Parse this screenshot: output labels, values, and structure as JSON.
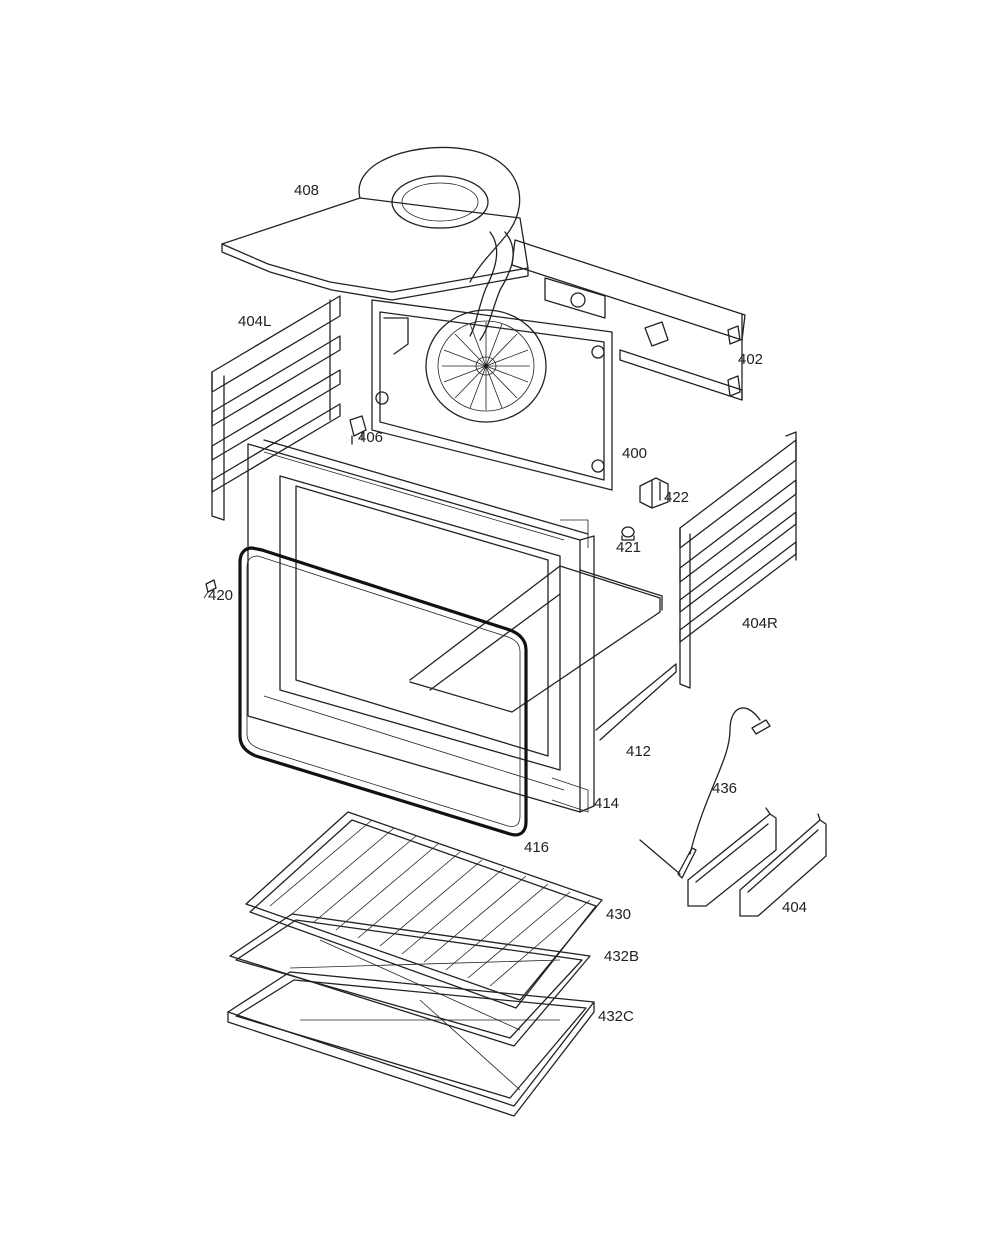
{
  "callouts": {
    "p408": "408",
    "p404L": "404L",
    "p402": "402",
    "p406": "406",
    "p400": "400",
    "p422": "422",
    "p421": "421",
    "p420": "420",
    "p404R": "404R",
    "p412": "412",
    "p436": "436",
    "p414": "414",
    "p416": "416",
    "p430": "430",
    "p404": "404",
    "p432B": "432B",
    "p432C": "432C"
  }
}
